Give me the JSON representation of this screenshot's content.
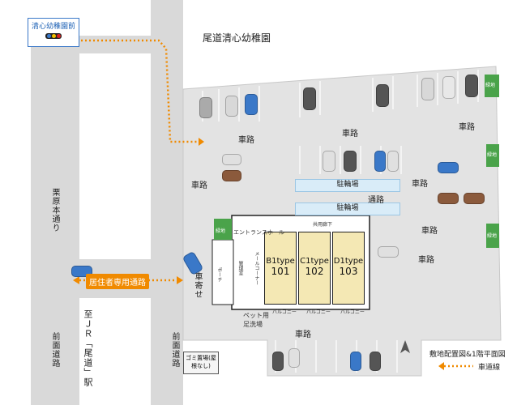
{
  "top_left_label": "清心幼稚園前",
  "kindergarten": "尾道清心幼稚園",
  "main_road": "栗原本通り",
  "front_road_left": "前面道路",
  "front_road_right": "前面道路",
  "station": "至ＪＲ「尾道」駅",
  "resident_path": "居住者専用通路",
  "car_road": "車路",
  "passage": "通路",
  "bike_parking": "駐輪場",
  "greenery": "緑地",
  "drop_off": "車寄せ",
  "entrance_hall": "エントランスホール",
  "trash": "ゴミ置場(屋根なし)",
  "pet_wash": "ペット用足洗場",
  "porch": "ポーチ",
  "balcony": "バルコニー",
  "common_hall": "共用廊下",
  "manager_room": "管理室",
  "mail_corner": "メールコーナー",
  "units": [
    {
      "type": "B1type",
      "number": "101"
    },
    {
      "type": "C1type",
      "number": "102"
    },
    {
      "type": "D1type",
      "number": "103"
    }
  ],
  "legend_title": "敷地配置図&1階平面図",
  "legend_item": "車道線",
  "colors": {
    "road": "#d9d9d9",
    "lot": "#e6e6e6",
    "unit_fill": "#f4e8b4",
    "grass": "#4aa34a",
    "route": "#f08a00",
    "bike": "#d9ecf8"
  }
}
